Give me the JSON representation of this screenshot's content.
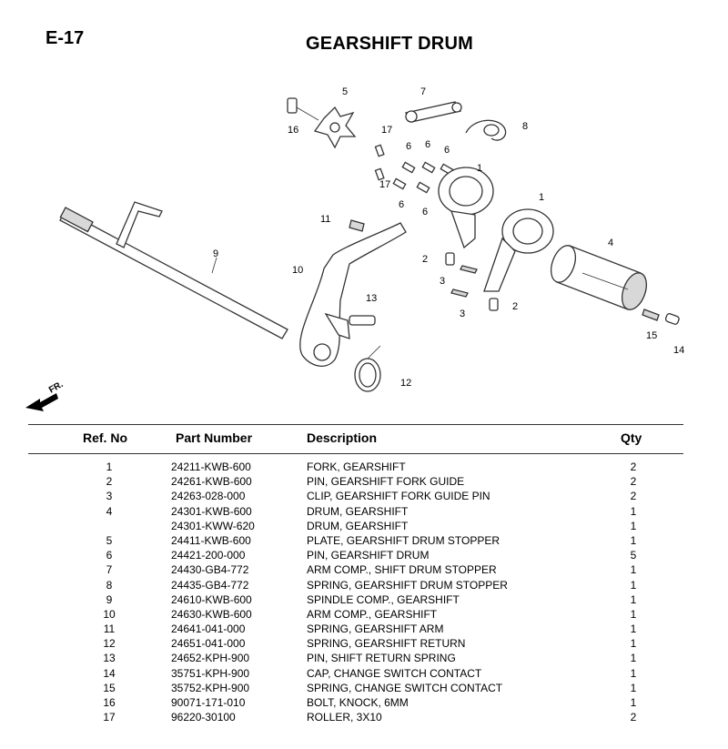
{
  "page": {
    "code": "E-17",
    "title": "GEARSHIFT DRUM"
  },
  "diagram": {
    "direction_label": "FR.",
    "callouts": [
      "5",
      "16",
      "7",
      "8",
      "17",
      "17",
      "6",
      "6",
      "6",
      "6",
      "6",
      "1",
      "1",
      "9",
      "11",
      "10",
      "2",
      "3",
      "3",
      "2",
      "13",
      "4",
      "15",
      "14",
      "12"
    ]
  },
  "table": {
    "headers": {
      "ref": "Ref. No",
      "part": "Part Number",
      "desc": "Description",
      "qty": "Qty"
    },
    "rows": [
      {
        "ref": "1",
        "part": "24211-KWB-600",
        "desc": "FORK, GEARSHIFT",
        "qty": "2"
      },
      {
        "ref": "2",
        "part": "24261-KWB-600",
        "desc": "PIN, GEARSHIFT FORK GUIDE",
        "qty": "2"
      },
      {
        "ref": "3",
        "part": "24263-028-000",
        "desc": "CLIP, GEARSHIFT FORK GUIDE PIN",
        "qty": "2"
      },
      {
        "ref": "4",
        "part": "24301-KWB-600",
        "desc": "DRUM, GEARSHIFT",
        "qty": "1"
      },
      {
        "ref": "",
        "part": "24301-KWW-620",
        "desc": "DRUM, GEARSHIFT",
        "qty": "1"
      },
      {
        "ref": "5",
        "part": "24411-KWB-600",
        "desc": "PLATE, GEARSHIFT DRUM STOPPER",
        "qty": "1"
      },
      {
        "ref": "6",
        "part": "24421-200-000",
        "desc": "PIN, GEARSHIFT DRUM",
        "qty": "5"
      },
      {
        "ref": "7",
        "part": "24430-GB4-772",
        "desc": "ARM COMP., SHIFT DRUM STOPPER",
        "qty": "1"
      },
      {
        "ref": "8",
        "part": "24435-GB4-772",
        "desc": "SPRING, GEARSHIFT DRUM STOPPER",
        "qty": "1"
      },
      {
        "ref": "9",
        "part": "24610-KWB-600",
        "desc": "SPINDLE COMP., GEARSHIFT",
        "qty": "1"
      },
      {
        "ref": "10",
        "part": "24630-KWB-600",
        "desc": "ARM COMP., GEARSHIFT",
        "qty": "1"
      },
      {
        "ref": "11",
        "part": "24641-041-000",
        "desc": "SPRING, GEARSHIFT ARM",
        "qty": "1"
      },
      {
        "ref": "12",
        "part": "24651-041-000",
        "desc": "SPRING, GEARSHIFT RETURN",
        "qty": "1"
      },
      {
        "ref": "13",
        "part": "24652-KPH-900",
        "desc": "PIN, SHIFT RETURN SPRING",
        "qty": "1"
      },
      {
        "ref": "14",
        "part": "35751-KPH-900",
        "desc": "CAP, CHANGE SWITCH CONTACT",
        "qty": "1"
      },
      {
        "ref": "15",
        "part": "35752-KPH-900",
        "desc": "SPRING, CHANGE SWITCH CONTACT",
        "qty": "1"
      },
      {
        "ref": "16",
        "part": "90071-171-010",
        "desc": "BOLT, KNOCK, 6MM",
        "qty": "1"
      },
      {
        "ref": "17",
        "part": "96220-30100",
        "desc": "ROLLER, 3X10",
        "qty": "2"
      }
    ]
  }
}
